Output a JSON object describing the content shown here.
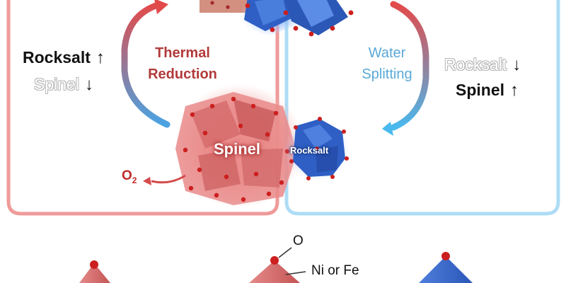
{
  "cycle": {
    "left_state": {
      "rocksalt_label": "Rocksalt",
      "rocksalt_arrow": "↑",
      "spinel_label": "Spinel",
      "spinel_arrow": "↓"
    },
    "right_state": {
      "rocksalt_label": "Rocksalt",
      "rocksalt_arrow": "↓",
      "spinel_label": "Spinel",
      "spinel_arrow": "↑"
    },
    "thermal_reduction": {
      "line1": "Thermal",
      "line2": "Reduction"
    },
    "water_splitting": {
      "line1": "Water",
      "line2": "Splitting"
    },
    "spinel_cluster_label": "Spinel",
    "rocksalt_cluster_label": "Rocksalt",
    "oxygen_release": "O",
    "oxygen_subscript": "2"
  },
  "legend": {
    "oxygen_label": "O",
    "metal_label": "Ni or Fe"
  },
  "colors": {
    "reduction_red": "#e88a8a",
    "splitting_blue": "#9fd3f0",
    "spinel_red": "#c84b4b",
    "rocksalt_blue": "#2f5fc4",
    "oxygen_atom": "#cc1f1f"
  }
}
